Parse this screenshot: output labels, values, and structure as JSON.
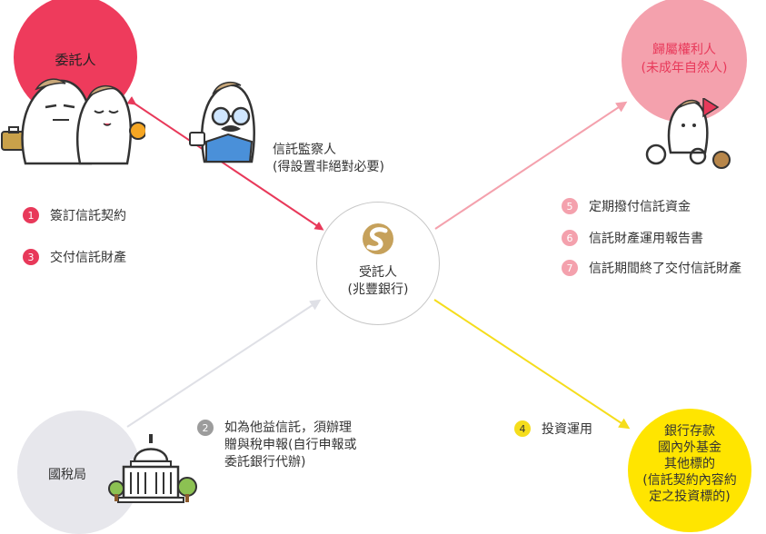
{
  "colors": {
    "settlor": "#ee3b5c",
    "beneficiary": "#f4a1ad",
    "tax": "#e7e7ec",
    "investment": "#ffe500",
    "arrow_red": "#e8395a",
    "arrow_pink": "#f4a1ad",
    "arrow_gray": "#dfe0e6",
    "arrow_yellow": "#f5dd1c"
  },
  "nodes": {
    "settlor": {
      "label": "委託人"
    },
    "beneficiary": {
      "line1": "歸屬權利人",
      "line2": "(未成年自然人)"
    },
    "trustee": {
      "line1": "受託人",
      "line2": "(兆豐銀行)",
      "logo": "mega-bank-logo-icon"
    },
    "tax_bureau": {
      "label": "國稅局"
    },
    "investment": {
      "lines": [
        "銀行存款",
        "國內外基金",
        "其他標的",
        "(信託契約內容約",
        "定之投資標的)"
      ]
    }
  },
  "supervisor": {
    "line1": "信託監察人",
    "line2": "(得設置非絕對必要)"
  },
  "steps": {
    "s1": {
      "num": "1",
      "text": "簽訂信託契約"
    },
    "s2": {
      "num": "2",
      "lines": [
        "如為他益信託，須辦理",
        "贈與稅申報(自行申報或",
        "委託銀行代辦)"
      ]
    },
    "s3": {
      "num": "3",
      "text": "交付信託財產"
    },
    "s4": {
      "num": "4",
      "text": "投資運用"
    },
    "s5": {
      "num": "5",
      "text": "定期撥付信託資金"
    },
    "s6": {
      "num": "6",
      "text": "信託財產運用報告書"
    },
    "s7": {
      "num": "7",
      "text": "信託期間終了交付信託財產"
    }
  }
}
